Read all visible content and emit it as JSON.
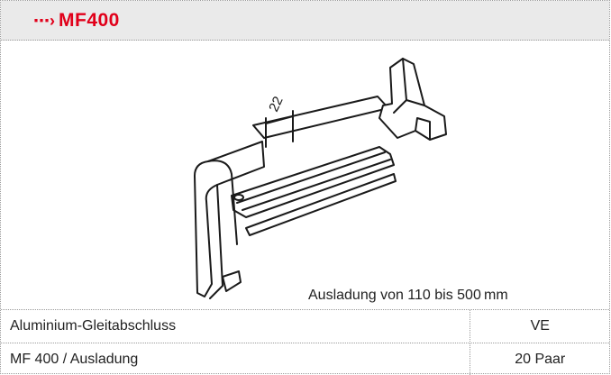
{
  "header": {
    "arrow_glyph": "⋯›",
    "title": "MF400"
  },
  "figure": {
    "dimension_label": "22",
    "caption": "Ausladung von 110 bis 500 mm"
  },
  "table": {
    "rows": [
      {
        "label": "Aluminium-Gleitabschluss",
        "value": "VE"
      },
      {
        "label": "MF 400 / Ausladung",
        "value": "20 Paar"
      }
    ]
  },
  "colors": {
    "accent": "#e1001a",
    "header_bg": "#eaeaea"
  }
}
